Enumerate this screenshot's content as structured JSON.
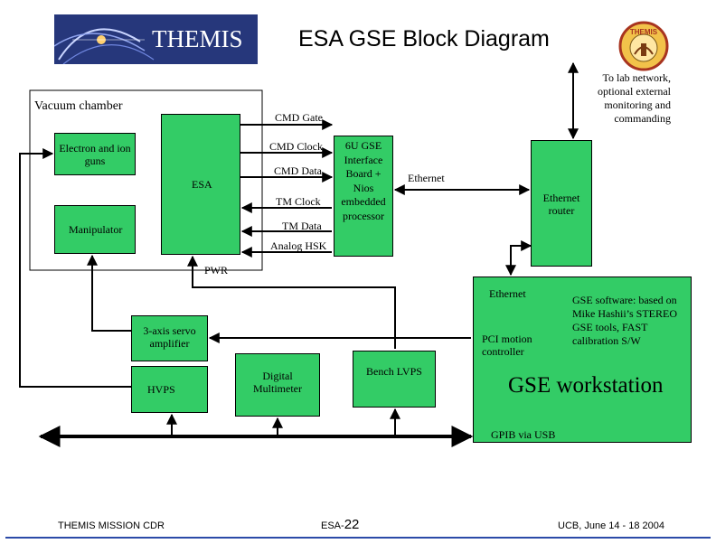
{
  "title": "ESA GSE Block Diagram",
  "logo": {
    "text": "THEMIS"
  },
  "emblem": {
    "text": "THEMIS"
  },
  "vacuum_chamber": {
    "label": "Vacuum chamber"
  },
  "nodes": {
    "electron_guns": "Electron and ion guns",
    "esa": "ESA",
    "manipulator": "Manipulator",
    "gse_board": "6U GSE Interface Board + Nios embedded processor",
    "ethernet_router": "Ethernet router",
    "servo_amplifier": "3-axis servo amplifier",
    "hvps": "HVPS",
    "multimeter": "Digital Multimeter",
    "bench_lvps": "Bench LVPS",
    "pci_motion": "PCI motion controller",
    "gse_workstation": "GSE workstation",
    "gse_software": "GSE software: based on Mike Hashii’s STEREO GSE tools, FAST calibration S/W",
    "workstation_ethernet": "Ethernet"
  },
  "signals": {
    "cmd_gate": "CMD Gate",
    "cmd_clock": "CMD Clock",
    "cmd_data": "CMD Data",
    "tm_clock": "TM Clock",
    "tm_data": "TM Data",
    "analog_hsk": "Analog HSK",
    "ethernet": "Ethernet",
    "pwr": "PWR",
    "gpib": "GPIB via USB",
    "lab_network": "To lab network, optional external monitoring and commanding"
  },
  "footer": {
    "left": "THEMIS MISSION CDR",
    "mid_prefix": "ESA-",
    "mid_number": "22",
    "right": "UCB, June 14 - 18 2004"
  },
  "colors": {
    "box_fill": "#33cc66",
    "footer_line": "#2b4aa8",
    "logo_bg": "#1b2a6b"
  }
}
